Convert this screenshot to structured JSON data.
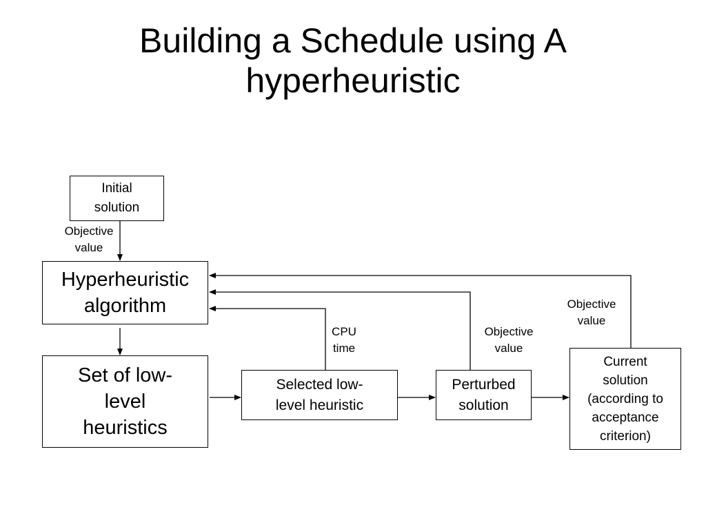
{
  "title": {
    "line1": "Building a Schedule using A",
    "line2": "hyperheuristic"
  },
  "boxes": {
    "initial_solution": {
      "line1": "Initial",
      "line2": "solution"
    },
    "hyperheuristic_algorithm": {
      "line1": "Hyperheuristic",
      "line2": "algorithm"
    },
    "set_of_heuristics": {
      "line1": "Set of low-",
      "line2": "level",
      "line3": "heuristics"
    },
    "selected_heuristic": {
      "line1": "Selected low-",
      "line2": "level heuristic"
    },
    "perturbed_solution": {
      "line1": "Perturbed",
      "line2": "solution"
    },
    "current_solution": {
      "line1": "Current",
      "line2": "solution",
      "line3": "(according to",
      "line4": "acceptance",
      "line5": "criterion)"
    }
  },
  "edge_labels": {
    "initial_objective": {
      "line1": "Objective",
      "line2": "value"
    },
    "cpu_time": {
      "line1": "CPU",
      "line2": "time"
    },
    "perturbed_objective": {
      "line1": "Objective",
      "line2": "value"
    },
    "current_objective": {
      "line1": "Objective",
      "line2": "value"
    }
  }
}
